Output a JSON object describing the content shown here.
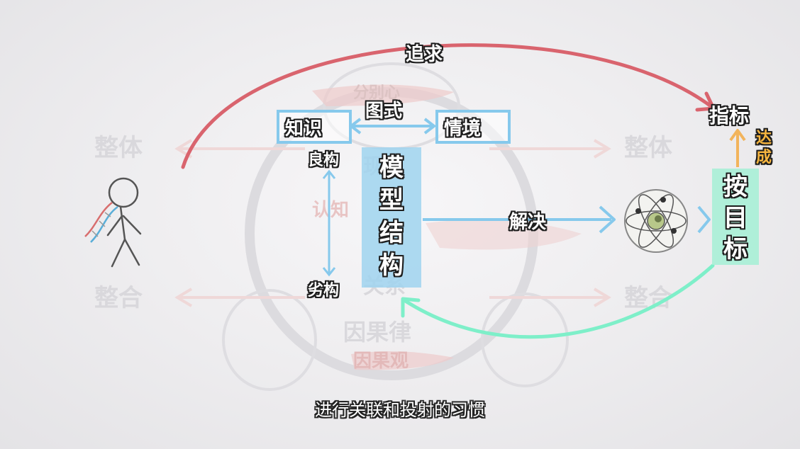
{
  "diagram": {
    "background_words": {
      "top_left": "整体",
      "top_right": "整体",
      "bottom_left": "整合",
      "bottom_right": "整合",
      "cognition": "认知",
      "causal_law": "因果律",
      "causal_view": "因果观",
      "relation": "关系",
      "image": "现象",
      "top_center": "分别心"
    },
    "labels": {
      "pursue": "追求",
      "knowledge": "知识",
      "schema": "图式",
      "situation": "情境",
      "good_structure": "良构",
      "bad_structure": "劣构",
      "model_structure": [
        "模",
        "型",
        "结",
        "构"
      ],
      "solve": "解决",
      "indicator": "指标",
      "reach": [
        "达",
        "成"
      ],
      "by_target": [
        "按",
        "目",
        "标"
      ]
    },
    "colors": {
      "pursue_arrow": "#d9646e",
      "blue": "#86c9ec",
      "return_arrow": "#7eefc9",
      "reach_arrow": "#f2b45c",
      "target_box": "#a9f0d6",
      "reach_text": "#f6b53f"
    },
    "icons": [
      "stick-figure-icon",
      "dna-icon",
      "atom-icon"
    ]
  },
  "caption": "进行关联和投射的习惯"
}
